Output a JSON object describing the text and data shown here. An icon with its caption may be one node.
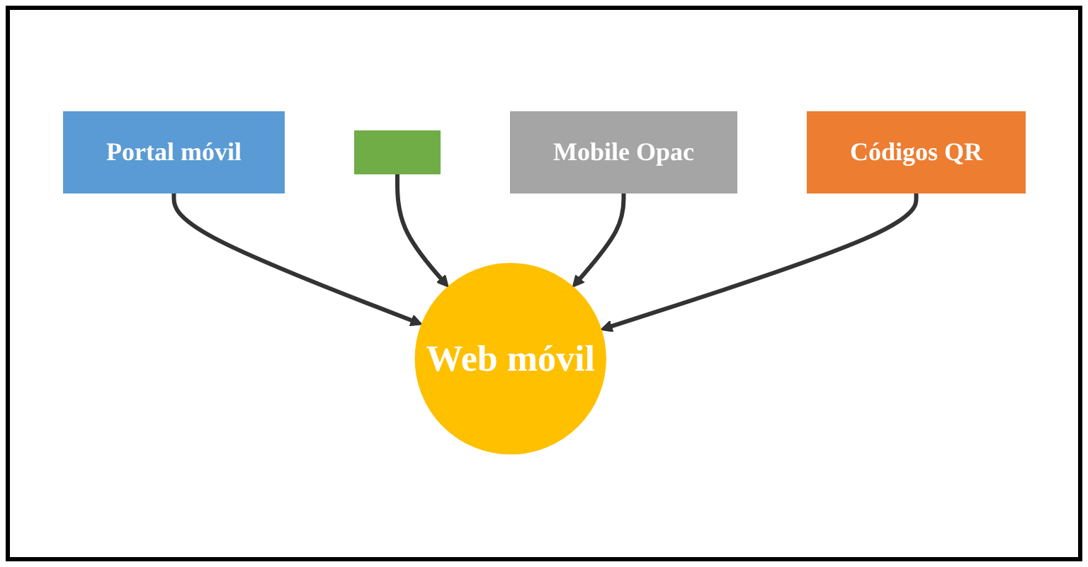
{
  "diagram": {
    "nodes": [
      {
        "text": [
          "Portal móvil"
        ]
      },
      {
        "text": [],
        "shape": "box"
      },
      {
        "text": [
          "Mobile Opac"
        ]
      },
      {
        "text": [
          "Web móvil"
        ]
      },
      {
        "text": [
          "Códigos QR"
        ]
      }
    ],
    "edges": [
      {
        "from": 0,
        "to": 3,
        "arrow": "to"
      },
      {
        "from": 1,
        "to": 3,
        "arrow": "to"
      },
      {
        "from": 2,
        "to": 3,
        "arrow": "to"
      },
      {
        "from": 4,
        "to": 3,
        "arrow": "to"
      }
    ]
  }
}
